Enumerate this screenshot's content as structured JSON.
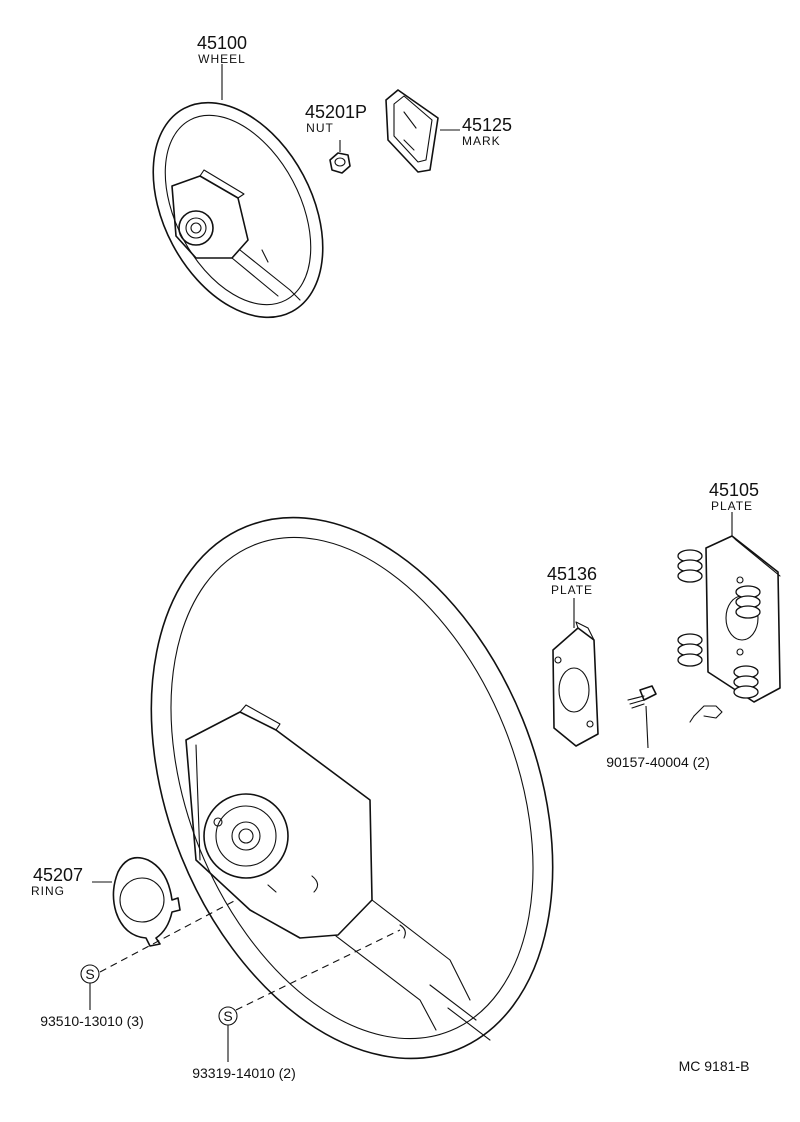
{
  "diagram_id": "MC 9181-B",
  "parts": {
    "wheel_top": {
      "number": "45100",
      "name": "WHEEL"
    },
    "nut": {
      "number": "45201P",
      "name": "NUT"
    },
    "mark": {
      "number": "45125",
      "name": "MARK"
    },
    "plate_large": {
      "number": "45105",
      "name": "PLATE"
    },
    "plate_small": {
      "number": "45136",
      "name": "PLATE"
    },
    "screw": {
      "number": "90157-40004 (2)"
    },
    "ring": {
      "number": "45207",
      "name": "RING"
    },
    "screw_s1": {
      "number": "93510-13010 (3)",
      "symbol": "S"
    },
    "screw_s2": {
      "number": "93319-14010 (2)",
      "symbol": "S"
    }
  }
}
